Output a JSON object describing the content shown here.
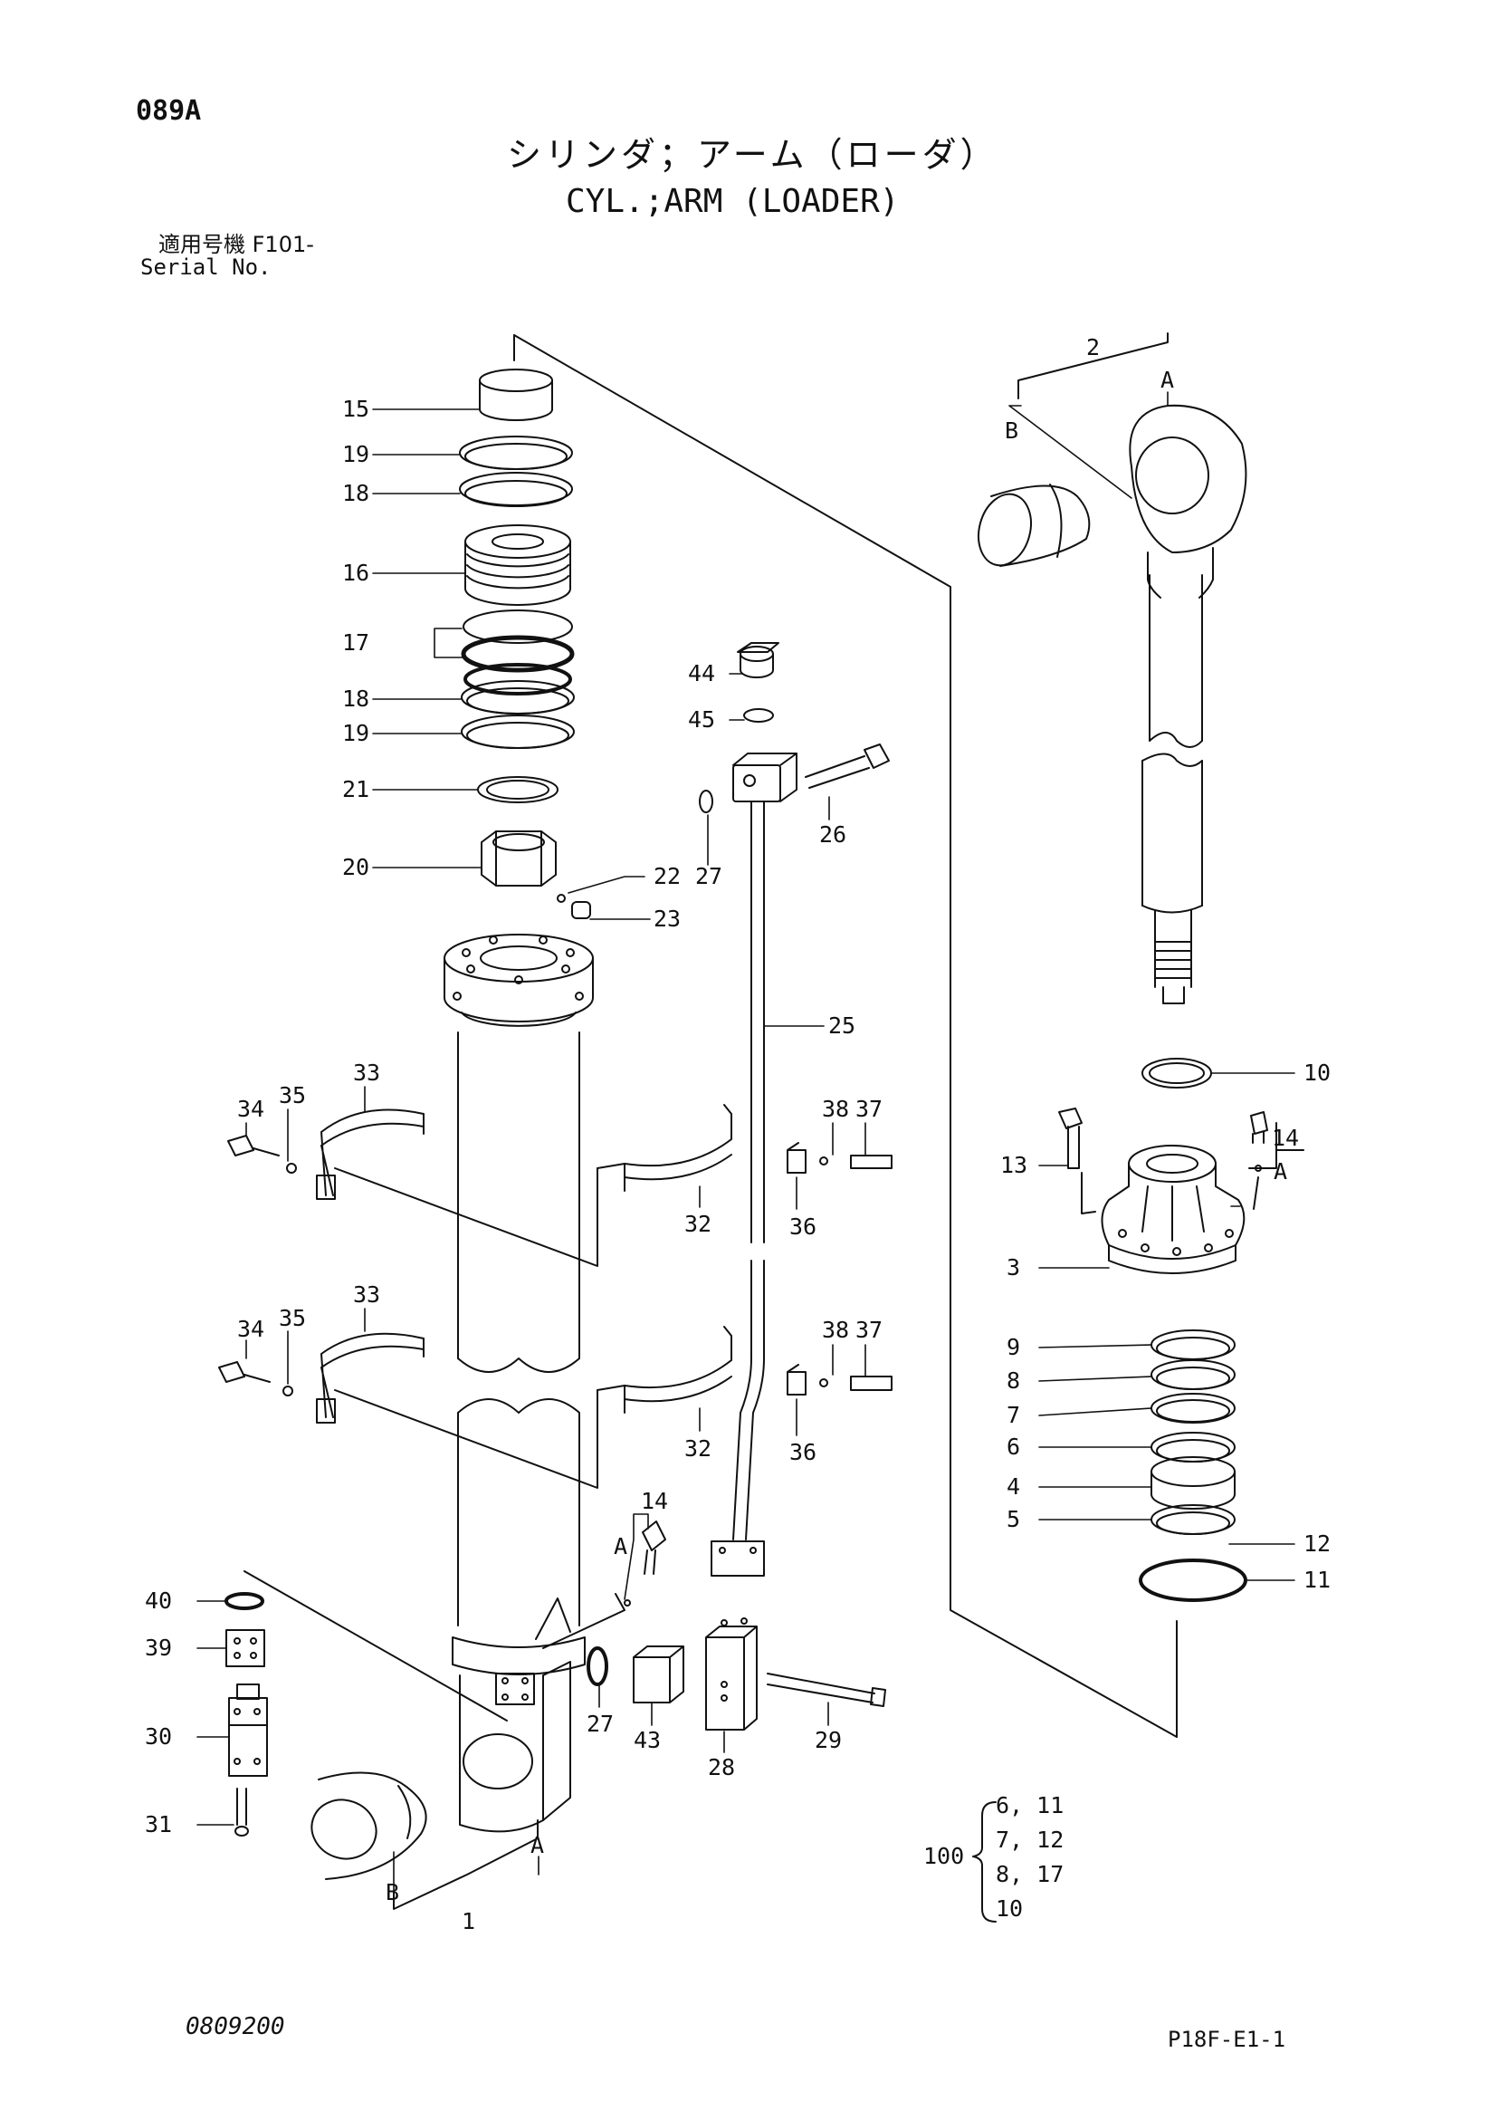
{
  "header": {
    "page_code": "089A",
    "title_jp": "シリンダ；アーム（ローダ）",
    "title_en": "CYL.;ARM (LOADER)",
    "applicable_label": "適用号機  F101-",
    "serial_label": "Serial No."
  },
  "callouts": [
    {
      "id": "c15",
      "text": "15"
    },
    {
      "id": "c19a",
      "text": "19"
    },
    {
      "id": "c18a",
      "text": "18"
    },
    {
      "id": "c16",
      "text": "16"
    },
    {
      "id": "c17",
      "text": "17"
    },
    {
      "id": "c18b",
      "text": "18"
    },
    {
      "id": "c19b",
      "text": "19"
    },
    {
      "id": "c21",
      "text": "21"
    },
    {
      "id": "c20",
      "text": "20"
    },
    {
      "id": "c22",
      "text": "22"
    },
    {
      "id": "c23",
      "text": "23"
    },
    {
      "id": "c44",
      "text": "44"
    },
    {
      "id": "c45",
      "text": "45"
    },
    {
      "id": "c27a",
      "text": "27"
    },
    {
      "id": "c26",
      "text": "26"
    },
    {
      "id": "c25",
      "text": "25"
    },
    {
      "id": "c34a",
      "text": "34"
    },
    {
      "id": "c35a",
      "text": "35"
    },
    {
      "id": "c33a",
      "text": "33"
    },
    {
      "id": "c32a",
      "text": "32"
    },
    {
      "id": "c36a",
      "text": "36"
    },
    {
      "id": "c38a",
      "text": "38"
    },
    {
      "id": "c37a",
      "text": "37"
    },
    {
      "id": "c34b",
      "text": "34"
    },
    {
      "id": "c35b",
      "text": "35"
    },
    {
      "id": "c33b",
      "text": "33"
    },
    {
      "id": "c32b",
      "text": "32"
    },
    {
      "id": "c36b",
      "text": "36"
    },
    {
      "id": "c38b",
      "text": "38"
    },
    {
      "id": "c37b",
      "text": "37"
    },
    {
      "id": "c14a",
      "text": "14"
    },
    {
      "id": "c40",
      "text": "40"
    },
    {
      "id": "c39",
      "text": "39"
    },
    {
      "id": "c30",
      "text": "30"
    },
    {
      "id": "c31",
      "text": "31"
    },
    {
      "id": "c27b",
      "text": "27"
    },
    {
      "id": "c43",
      "text": "43"
    },
    {
      "id": "c28",
      "text": "28"
    },
    {
      "id": "c29",
      "text": "29"
    },
    {
      "id": "c1",
      "text": "1"
    },
    {
      "id": "c2",
      "text": "2"
    },
    {
      "id": "c10",
      "text": "10"
    },
    {
      "id": "c14b",
      "text": "14"
    },
    {
      "id": "c13",
      "text": "13"
    },
    {
      "id": "c3",
      "text": "3"
    },
    {
      "id": "c9",
      "text": "9"
    },
    {
      "id": "c8",
      "text": "8"
    },
    {
      "id": "c7",
      "text": "7"
    },
    {
      "id": "c6",
      "text": "6"
    },
    {
      "id": "c4",
      "text": "4"
    },
    {
      "id": "c5",
      "text": "5"
    },
    {
      "id": "c12",
      "text": "12"
    },
    {
      "id": "c11",
      "text": "11"
    }
  ],
  "letters": [
    {
      "id": "A_top",
      "text": "A"
    },
    {
      "id": "B_top",
      "text": "B"
    },
    {
      "id": "A_grease_r",
      "text": "A"
    },
    {
      "id": "A_grease_l",
      "text": "A"
    },
    {
      "id": "A_bottom",
      "text": "A"
    },
    {
      "id": "B_bottom",
      "text": "B"
    }
  ],
  "kit": {
    "number": "100",
    "items": [
      "6, 11",
      "7, 12",
      "8, 17",
      "10"
    ]
  },
  "footer": {
    "doc_number": "0809200",
    "sheet_code": "P18F-E1-1"
  }
}
